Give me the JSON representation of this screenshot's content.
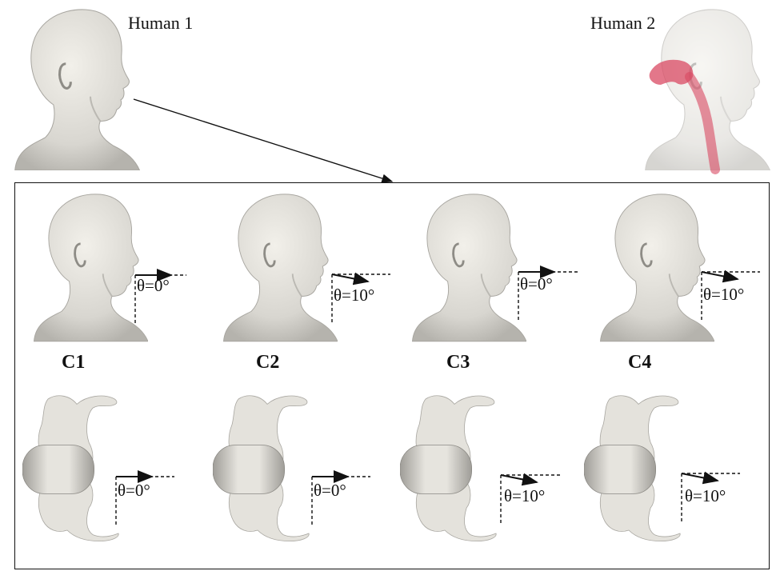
{
  "title_left": "Human 1",
  "title_right": "Human 2",
  "cases": [
    {
      "name": "C1",
      "side_angle": "θ=0°",
      "top_angle": "θ=0°"
    },
    {
      "name": "C2",
      "side_angle": "θ=10°",
      "top_angle": "θ=0°"
    },
    {
      "name": "C3",
      "side_angle": "θ=0°",
      "top_angle": "θ=10°"
    },
    {
      "name": "C4",
      "side_angle": "θ=10°",
      "top_angle": "θ=10°"
    }
  ],
  "colors": {
    "skin": "#e9e7e1",
    "shade": "#c9c7c1",
    "airway": "#d94a63",
    "line": "#111111"
  }
}
